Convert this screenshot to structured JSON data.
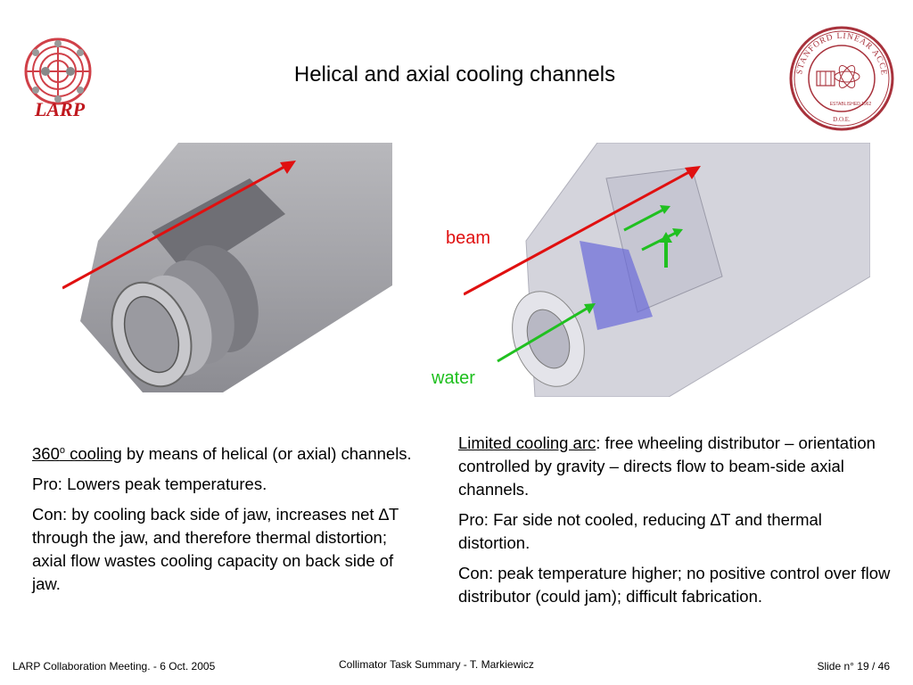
{
  "logo": {
    "text": "LARP",
    "icon": "larp-accelerator-logo"
  },
  "seal": {
    "icon": "slac-seal",
    "ring_text": "STANFORD LINEAR ACCELERATOR CENTER",
    "established": "ESTABLISHED 1962",
    "doe": "D.O.E."
  },
  "title": "Helical and axial cooling channels",
  "figure": {
    "beam_label": "beam",
    "water_label": "water"
  },
  "left_col": {
    "p1_term": "360",
    "p1_sup": "o",
    "p1_term2": " cooling",
    "p1_rest": " by means of helical (or axial) channels.",
    "p2": "Pro: Lowers peak temperatures.",
    "p3": "Con: by cooling back side of jaw, increases net ∆T through the jaw, and therefore thermal distortion; axial flow wastes cooling capacity on back side of jaw."
  },
  "right_col": {
    "p1_term": "Limited cooling arc",
    "p1_rest": ": free wheeling distributor – orientation controlled by gravity – directs flow to beam-side axial channels.",
    "p2": "Pro: Far side not cooled, reducing ∆T and thermal distortion.",
    "p3": "Con: peak temperature higher; no positive control over flow distributor (could jam); difficult fabrication."
  },
  "footer": {
    "left": "LARP Collaboration Meeting.  -  6 Oct. 2005",
    "center": "Collimator Task Summary  -  T. Markiewicz",
    "right": "Slide n° 19 / 46"
  },
  "colors": {
    "beam": "#e01010",
    "water": "#1dbf1d",
    "larp": "#c0181e",
    "seal": "#a8323c"
  }
}
